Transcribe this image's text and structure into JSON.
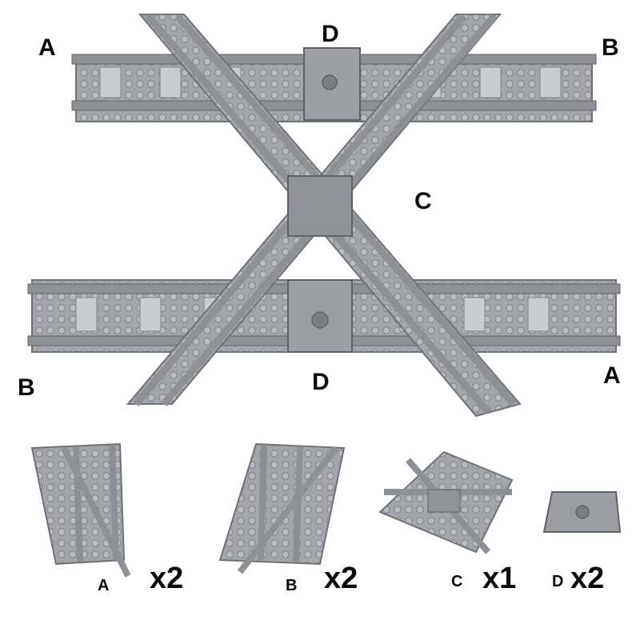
{
  "labels": {
    "top_left": "A",
    "top_right": "B",
    "top_center": "D",
    "center": "C",
    "bottom_left": "B",
    "bottom_right": "A",
    "bottom_center": "D"
  },
  "parts": [
    {
      "name": "A",
      "quantity": "x2"
    },
    {
      "name": "B",
      "quantity": "x2"
    },
    {
      "name": "C",
      "quantity": "x1"
    },
    {
      "name": "D",
      "quantity": "x2"
    }
  ],
  "colors": {
    "background": "#ffffff",
    "plastic": "#a3a6aa",
    "plastic_dark": "#7b7e83",
    "plastic_light": "#c4c7ca",
    "text": "#0a0a0a"
  }
}
